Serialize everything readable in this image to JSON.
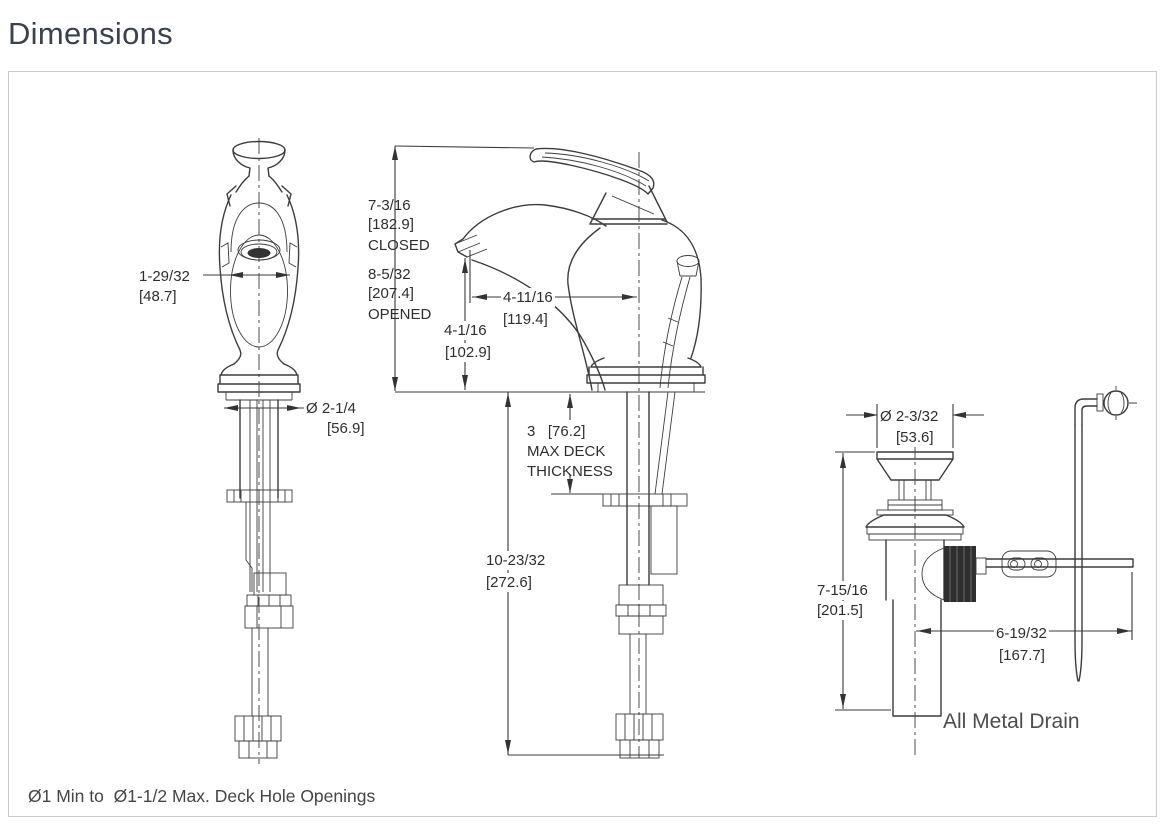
{
  "title": "Dimensions",
  "diagram": {
    "front_view": {
      "spout_width": {
        "inches": "1-29/32",
        "mm": "[48.7]"
      },
      "base_diameter": {
        "inches": "Ø 2-1/4",
        "mm": "[56.9]"
      }
    },
    "side_view": {
      "height_closed": {
        "inches": "7-3/16",
        "mm": "[182.9]",
        "state": "CLOSED"
      },
      "height_opened": {
        "inches": "8-5/32",
        "mm": "[207.4]",
        "state": "OPENED"
      },
      "spout_reach": {
        "inches": "4-11/16",
        "mm": "[119.4]"
      },
      "spout_height": {
        "inches": "4-1/16",
        "mm": "[102.9]"
      },
      "max_deck": {
        "value": "3   [76.2]",
        "label_line1": "MAX DECK",
        "label_line2": "THICKNESS"
      },
      "below_deck": {
        "inches": "10-23/32",
        "mm": "[272.6]"
      }
    },
    "drain": {
      "flange_diameter": {
        "inches": "Ø 2-3/32",
        "mm": "[53.6]"
      },
      "overall_height": {
        "inches": "7-15/16",
        "mm": "[201.5]"
      },
      "rod_length": {
        "inches": "6-19/32",
        "mm": "[167.7]"
      },
      "caption": "All Metal Drain"
    },
    "footnote": "Ø1 Min to  Ø1-1/2 Max. Deck Hole Openings"
  },
  "colors": {
    "line": "#3c3c3c",
    "annotation_text": "#2e2e2e",
    "title_text": "#3a414b",
    "frame_border": "#c8c8c8",
    "caption_text": "#4d4d4d"
  }
}
